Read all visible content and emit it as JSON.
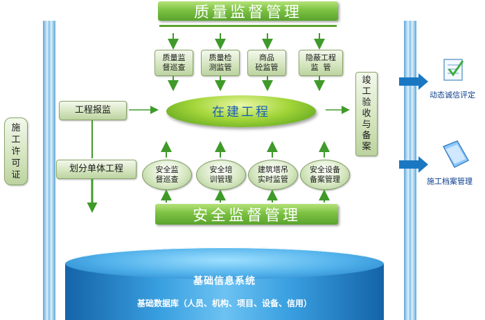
{
  "quality": {
    "title": "质量监督管理",
    "items": [
      {
        "line1": "质量监",
        "line2": "督巡查"
      },
      {
        "line1": "质量检",
        "line2": "测监管"
      },
      {
        "line1": "商品",
        "line2": "砼监管"
      },
      {
        "line1": "隐蔽工程",
        "line2": "监  管"
      }
    ]
  },
  "safety": {
    "title": "安全监督管理",
    "items": [
      {
        "line1": "安全监",
        "line2": "督巡查"
      },
      {
        "line1": "安全培",
        "line2": "训管理"
      },
      {
        "line1": "建筑塔吊",
        "line2": "实时监管"
      },
      {
        "line1": "安全设备",
        "line2": "备案管理"
      }
    ]
  },
  "permit": [
    "施",
    "工",
    "许",
    "可",
    "证"
  ],
  "report": "工程报监",
  "divide": "划分单体工程",
  "center": "在建工程",
  "completion": [
    "竣",
    "工",
    "验",
    "收",
    "与",
    "备",
    "案"
  ],
  "right_items": {
    "rating": "动态诚信评定",
    "archive": "施工档案管理"
  },
  "base": {
    "system": "基础信息系统",
    "database": "基础数据库（人员、机构、项目、设备、信用）"
  },
  "colors": {
    "green": "#5aa32e",
    "blue": "#1a78c2",
    "cylinder": "#2f8fd0"
  }
}
